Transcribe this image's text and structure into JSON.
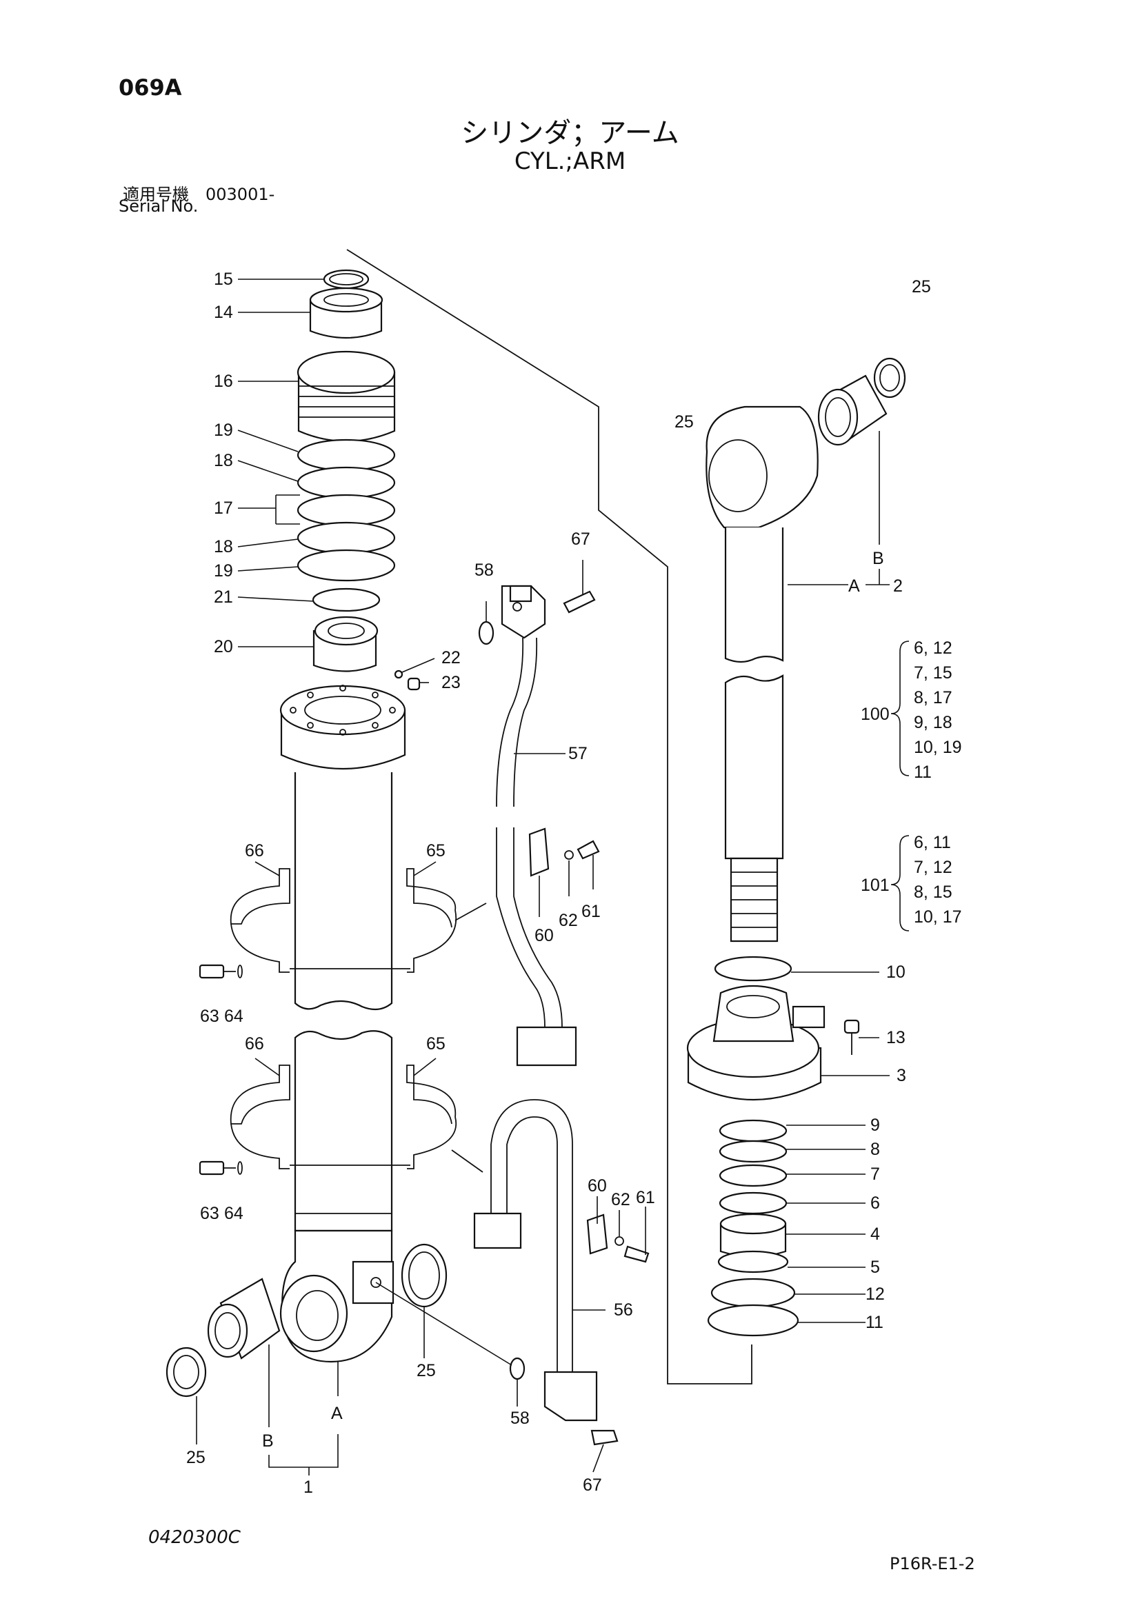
{
  "header": {
    "page_code": "069A",
    "title_jp": "シリンダ；アーム",
    "title_en": "CYL.;ARM",
    "serial_jp": "適用号機　003001-",
    "serial_en": "Serial No."
  },
  "footer": {
    "doc_code": "0420300C",
    "page_ref": "P16R-E1-2"
  },
  "callouts": {
    "p15": "15",
    "p14": "14",
    "p16": "16",
    "p19a": "19",
    "p18a": "18",
    "p17": "17",
    "p18b": "18",
    "p19b": "19",
    "p21": "21",
    "p20": "20",
    "p22": "22",
    "p23": "23",
    "p58a": "58",
    "p67a": "67",
    "p57": "57",
    "p66a": "66",
    "p65a": "65",
    "p60a": "60",
    "p62a": "62",
    "p61a": "61",
    "p63a": "63",
    "p64a": "64",
    "p66b": "66",
    "p65b": "65",
    "p63b": "63",
    "p64b": "64",
    "p60b": "60",
    "p62b": "62",
    "p61b": "61",
    "p56": "56",
    "p25a": "25",
    "p25b": "25",
    "p25c": "25",
    "p25d": "25",
    "p58b": "58",
    "p67b": "67",
    "pA1": "A",
    "pB1": "B",
    "p1": "1",
    "pB2": "B",
    "pA2": "A",
    "p2": "2",
    "p10": "10",
    "p13": "13",
    "p3": "3",
    "p9": "9",
    "p8": "8",
    "p7": "7",
    "p6": "6",
    "p4": "4",
    "p5": "5",
    "p12": "12",
    "p11": "11"
  },
  "kits": [
    {
      "code": "100",
      "rows": [
        "6, 12",
        "7, 15",
        "8, 17",
        "9, 18",
        "10, 19",
        "11"
      ]
    },
    {
      "code": "101",
      "rows": [
        "6, 11",
        "7, 12",
        "8, 15",
        "10, 17"
      ]
    }
  ]
}
